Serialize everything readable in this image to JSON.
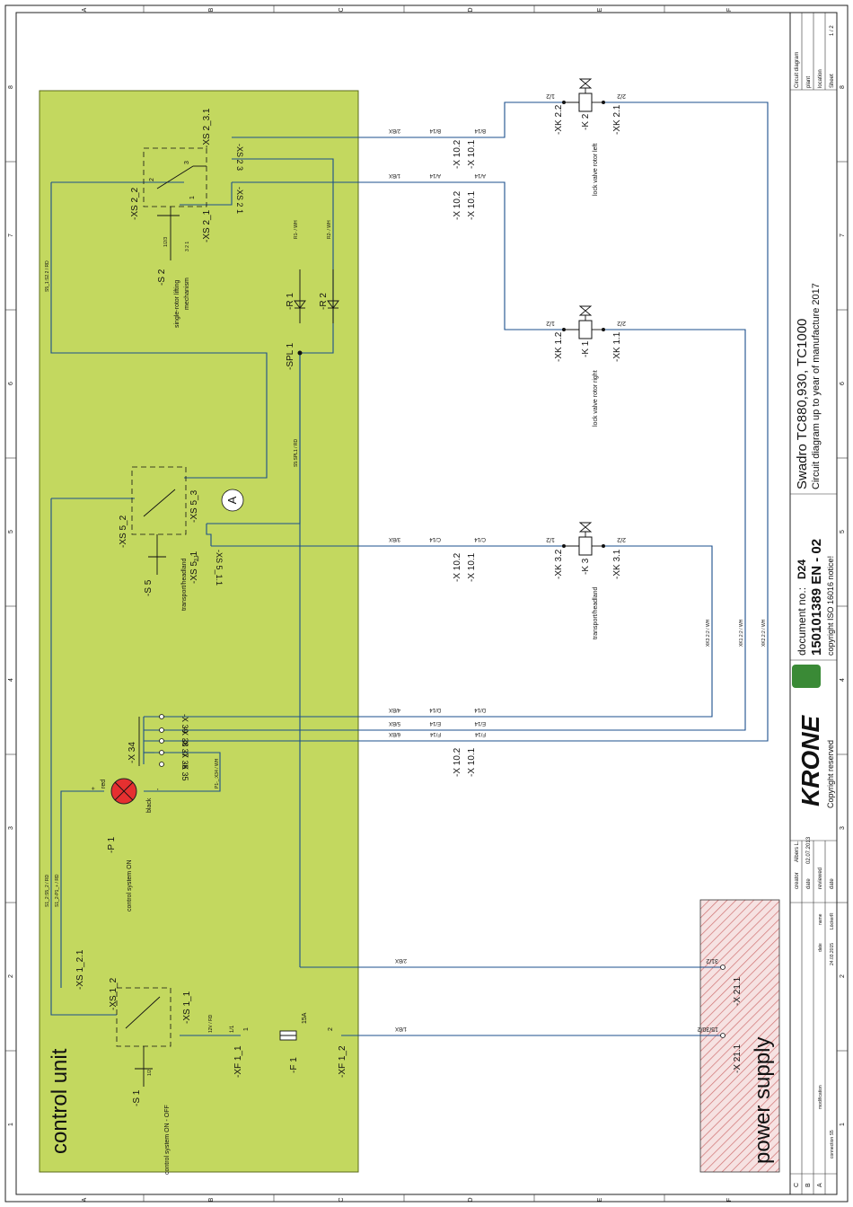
{
  "colors": {
    "control_unit_fill": "#c3d85f",
    "control_unit_border": "#5b6b1a",
    "wire": "#1b4f8c",
    "power_hatch": "#cf7070",
    "power_bg": "#f6e2e2",
    "lamp": "#e53030",
    "krone_green": "#3a8a36"
  },
  "rotated_border": {
    "cols_top": [
      "A",
      "B",
      "C",
      "D",
      "E",
      "F"
    ],
    "cols_bottom": [
      "A",
      "B",
      "C",
      "D",
      "E",
      "F"
    ],
    "rows_left": [
      "8",
      "7",
      "6",
      "5",
      "4",
      "3",
      "2",
      "1"
    ],
    "rows_right": [
      "8",
      "7",
      "6",
      "5",
      "4",
      "3",
      "2",
      "1"
    ]
  },
  "regions": {
    "control_unit": "control unit",
    "power_supply": "power supply"
  },
  "components": {
    "s1": {
      "ref": "-S 1",
      "desc": "control system ON - OFF",
      "positions": "1/2"
    },
    "s2": {
      "ref": "-S 2",
      "desc_1": "single-rotor lifting",
      "desc_2": "mechanism",
      "positions": "1/2/3",
      "positions2": "3 2 1"
    },
    "s5": {
      "ref": "-S 5",
      "desc": "transport/headland",
      "positions": "3 1"
    },
    "p1": {
      "ref": "-P 1",
      "desc": "control system ON",
      "red": "red",
      "black": "black",
      "plus": "+",
      "minus": "-"
    },
    "f1": {
      "ref": "-F 1",
      "rating": "15A",
      "pin1": "1",
      "pin2": "2"
    },
    "x34": {
      "ref": "-X 34"
    },
    "r1": {
      "ref": "-R 1"
    },
    "r2": {
      "ref": "-R 2"
    },
    "spl1": {
      "ref": "-SPL 1"
    },
    "a_marker": "A",
    "k1": {
      "ref": "-K 1",
      "desc": "lock valve rotor right"
    },
    "k2": {
      "ref": "-K 2",
      "desc": "lock valve rotor left"
    },
    "k3": {
      "ref": "-K 3",
      "desc": "transport/headland"
    }
  },
  "connectors": {
    "xs1_1": "-XS 1_1",
    "xs1_2": "-XS 1_2",
    "xs1_21": "-XS 1_2.1",
    "xs2_1": "-XS 2_1",
    "xs2_2": "-XS 2_2",
    "xs2_31": "-XS 2_3.1",
    "xs2_3": "-XS 2 3",
    "xs2_1b": "-XS 2 1",
    "xs5_1": "-XS 5_1",
    "xs5_2": "-XS 5_2",
    "xs5_3": "-XS 5_3",
    "xs5_11": "-XS 5_1.1",
    "xf1_1": "-XF 1_1",
    "xf1_2": "-XF 1_2",
    "x21_1": "-X 21.1",
    "x21_1b": "-X 21.1",
    "x35": "-X 35",
    "x36": "-X 36",
    "x37": "-X 37",
    "x38": "-X 38",
    "x39": "-X 39",
    "x10_2": "-X 10.2",
    "x10_1": "-X 10.1",
    "xk1_1": "-XK 1.1",
    "xk1_2": "-XK 1.2",
    "xk2_1": "-XK 2.1",
    "xk2_2": "-XK 2.2",
    "xk3_1": "-XK 3.1",
    "xk3_2": "-XK 3.2"
  },
  "wire_labels": {
    "s5_1s2": "S5_1:S2.2 / RD",
    "s5_spl": "S5:SPL1 / RD",
    "r1_wh": "R1- / WH",
    "r2_wh": "R2- / WH",
    "s1_2s5": "S1_2:S5_2 / RD",
    "s1_2p1": "S1_2-P1_+ / RD",
    "p1_x34": "P1-_:X34 / WH",
    "xf_12v": "12V / RD",
    "xk3_wh": "XK3.2:2 / WH",
    "xk1_wh": "XK1.2:2 / WH",
    "xk2_wh": "XK2.2:2 / WH",
    "b14": "B/14",
    "a14": "A/14",
    "c14": "C/14",
    "d14": "D/14",
    "e14": "E/14",
    "f14": "F/14",
    "b_2bx": "2/BX",
    "b_1bx": "1/BX",
    "b_3bx": "3/BX",
    "b_4bx": "4/BX",
    "b_5bx": "5/BX",
    "b_6bx": "6/BX",
    "p_1_2": "1/2",
    "p_2_2": "2/2",
    "p_15_30": "15/30/2",
    "p_31_2": "31/2",
    "p_1_1": "1/1",
    "p_1_1b": "1/1"
  },
  "title_block": {
    "project": "Swadro TC880,930, TC1000",
    "subtitle": "Circuit diagram up to year of manufacture 2017",
    "doc_no_label": "document no.:",
    "doc_no_sheet": "D24",
    "doc_number": "150101389 EN  -  02",
    "iso": "copyright ISO 16016 notice!",
    "copyright": "Copyright reserved",
    "brand": "KRONE",
    "fields": [
      "Circuit diagram",
      "plant",
      "location",
      "Sheet"
    ],
    "sheet": "1 / 2",
    "creator_label": "creator",
    "creator": "Albers L.",
    "date_label": "date",
    "date": "02.07.2013",
    "reviewed_label": "reviewed",
    "date2_label": "date",
    "rev_c": "C",
    "rev_b": "B",
    "rev_a": "A",
    "rev_a_text": "connection S5",
    "rev_date": "24.03.2015",
    "rev_name": "LöckerR",
    "col_date": "date",
    "col_name": "name",
    "col_mod": "modification"
  }
}
